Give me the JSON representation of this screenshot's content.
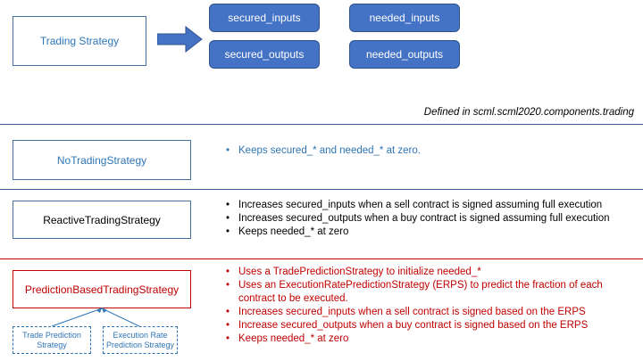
{
  "header": {
    "trading_strategy_label": "Trading Strategy",
    "pills": {
      "secured_inputs": "secured_inputs",
      "needed_inputs": "needed_inputs",
      "secured_outputs": "secured_outputs",
      "needed_outputs": "needed_outputs"
    }
  },
  "defined_in": "Defined in scml.scml2020.components.trading",
  "strategies": [
    {
      "name": "NoTradingStrategy",
      "bullets": [
        "Keeps secured_* and needed_* at zero."
      ]
    },
    {
      "name": "ReactiveTradingStrategy",
      "bullets": [
        "Increases secured_inputs when a sell contract is signed assuming full execution",
        "Increases secured_outputs when a buy contract is signed assuming full execution",
        "Keeps needed_* at zero"
      ]
    },
    {
      "name": "PredictionBasedTradingStrategy",
      "bullets": [
        "Uses a TradePredictionStrategy to initialize needed_*",
        "Uses an ExecutionRatePredictionStrategy (ERPS) to predict the fraction of each  contract to be executed.",
        "Increases secured_inputs when a sell contract is signed based on the ERPS",
        "Increase secured_outputs when a buy contract is signed based on the ERPS",
        "Keeps needed_* at zero"
      ],
      "dependencies": [
        "Trade Prediction Strategy",
        "Execution Rate Prediction Strategy"
      ]
    }
  ],
  "colors": {
    "blue_text": "#2e75b6",
    "pill_fill": "#4472c4",
    "arrow_fill": "#4472c4",
    "red_text": "#c00000",
    "separator": "#3a5a98"
  }
}
